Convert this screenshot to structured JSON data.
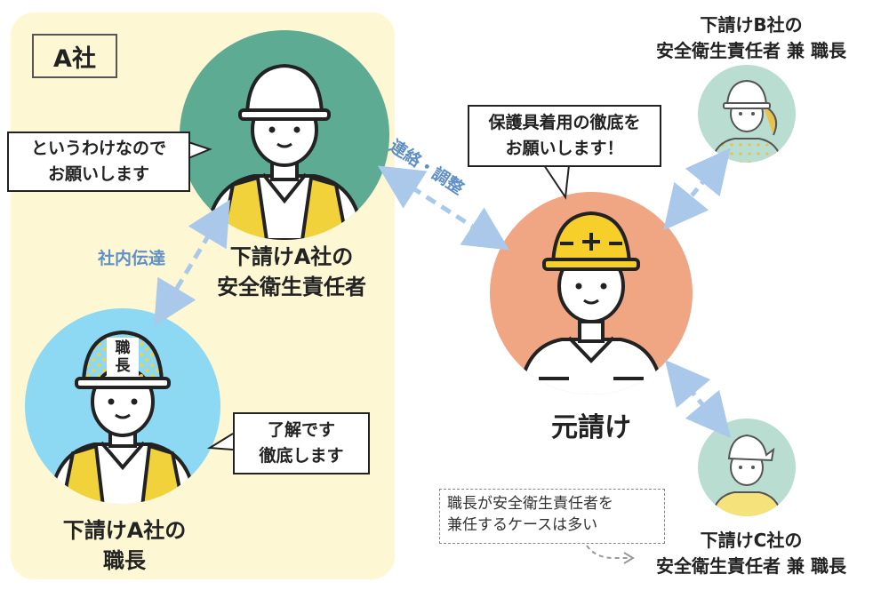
{
  "company_panel": {
    "tag": "A社"
  },
  "people": {
    "a_manager": {
      "label": [
        "下請けA社の",
        "安全衛生責任者"
      ],
      "speech": [
        "というわけなので",
        "お願いします"
      ]
    },
    "a_foreman": {
      "helmet_text": [
        "職",
        "長"
      ],
      "label": [
        "下請けA社の",
        "職長"
      ],
      "speech": [
        "了解です",
        "徹底します"
      ]
    },
    "prime": {
      "label": "元請け",
      "speech": [
        "保護具着用の徹底を",
        "お願いします！"
      ]
    },
    "sub_b": {
      "label": [
        "下請けB社の",
        "安全衛生責任者 兼 職長"
      ]
    },
    "sub_c": {
      "label": [
        "下請けC社の",
        "安全衛生責任者 兼 職長"
      ]
    }
  },
  "arrows": {
    "internal": "社内伝達",
    "liaison": "連絡・調整"
  },
  "note": [
    "職長が安全衛生責任者を",
    "兼任するケースは多い"
  ],
  "colors": {
    "panel_bg": "#fdf8d3",
    "a_manager_circle": "#5eab94",
    "a_foreman_circle": "#8dd8f2",
    "prime_circle": "#f0a583",
    "sub_circle": "#b9ddd1",
    "arrow": "#a9c8ea",
    "helmet_prime": "#f6cf2b",
    "vest": "#f2d23a"
  }
}
